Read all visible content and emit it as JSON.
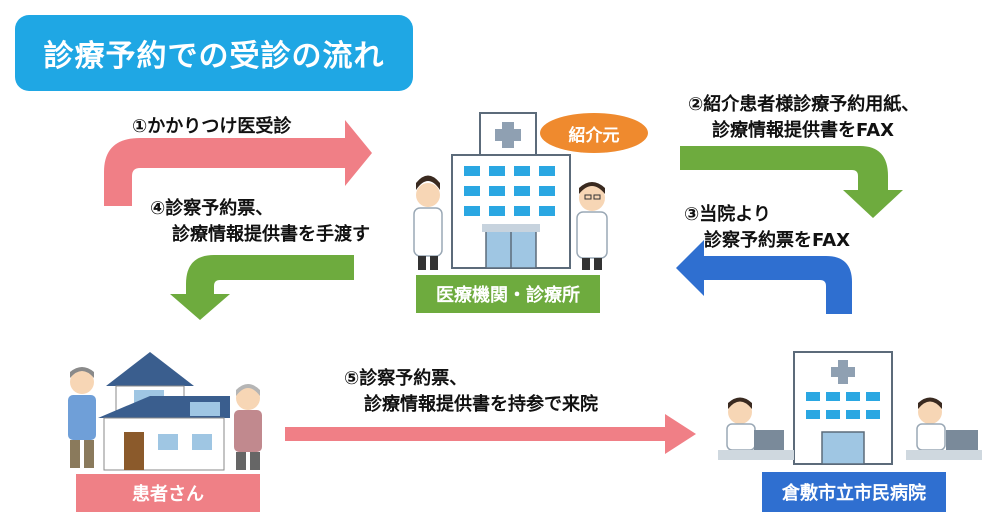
{
  "title": "診療予約での受診の流れ",
  "steps": {
    "step1": "①かかりつけ医受診",
    "step2_line1": "②紹介患者様診療予約用紙、",
    "step2_line2": "診療情報提供書をFAX",
    "step3_line1": "③当院より",
    "step3_line2": "診察予約票をFAX",
    "step4_line1": "④診察予約票、",
    "step4_line2": "診療情報提供書を手渡す",
    "step5_line1": "⑤診察予約票、",
    "step5_line2": "診療情報提供書を持参で来院"
  },
  "nodes": {
    "clinic": "医療機関・診療所",
    "patient": "患者さん",
    "hospital": "倉敷市立市民病院",
    "referrer_badge": "紹介元"
  },
  "colors": {
    "title_bg": "#1fa7e4",
    "pink_arrow": "#f07f86",
    "green_arrow": "#6eab3e",
    "blue_arrow": "#2f6fd0",
    "orange_badge": "#ef8a2e"
  }
}
